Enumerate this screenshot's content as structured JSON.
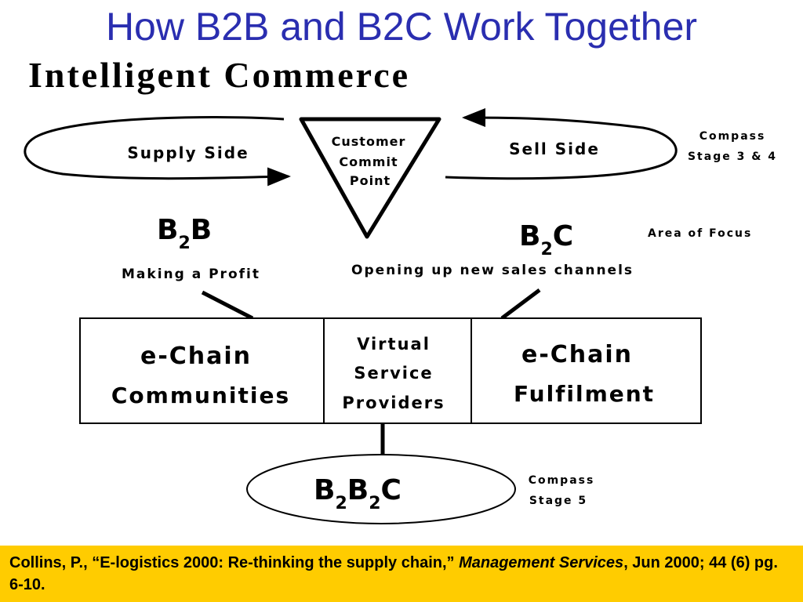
{
  "slide": {
    "title": "How B2B and B2C Work Together",
    "subtitle": "Intelligent Commerce"
  },
  "diagram": {
    "supply_side": "Supply Side",
    "sell_side": "Sell Side",
    "triangle_lines": [
      "Customer",
      "Commit",
      "Point"
    ],
    "compass_top_lines": [
      "Compass",
      "Stage 3 & 4"
    ],
    "b2b": {
      "main1": "B",
      "sub": "2",
      "main2": "B"
    },
    "b2c": {
      "main1": "B",
      "sub": "2",
      "main2": "C"
    },
    "area_of_focus": "Area of Focus",
    "making_profit": "Making a Profit",
    "opening_channels": "Opening up new sales channels",
    "box_left_lines": [
      "e-Chain",
      "Communities"
    ],
    "box_mid_lines": [
      "Virtual",
      "Service",
      "Providers"
    ],
    "box_right_lines": [
      "e-Chain",
      "Fulfilment"
    ],
    "b2b2c": {
      "a": "B",
      "s1": "2",
      "b": "B",
      "s2": "2",
      "c": "C"
    },
    "compass_bottom_lines": [
      "Compass",
      "Stage 5"
    ]
  },
  "citation": {
    "part1": "Collins, P., “E-logistics 2000: Re-thinking the supply chain,” ",
    "journal": "Management Services",
    "part2": ", Jun 2000; 44 (6) pg. 6-10."
  }
}
